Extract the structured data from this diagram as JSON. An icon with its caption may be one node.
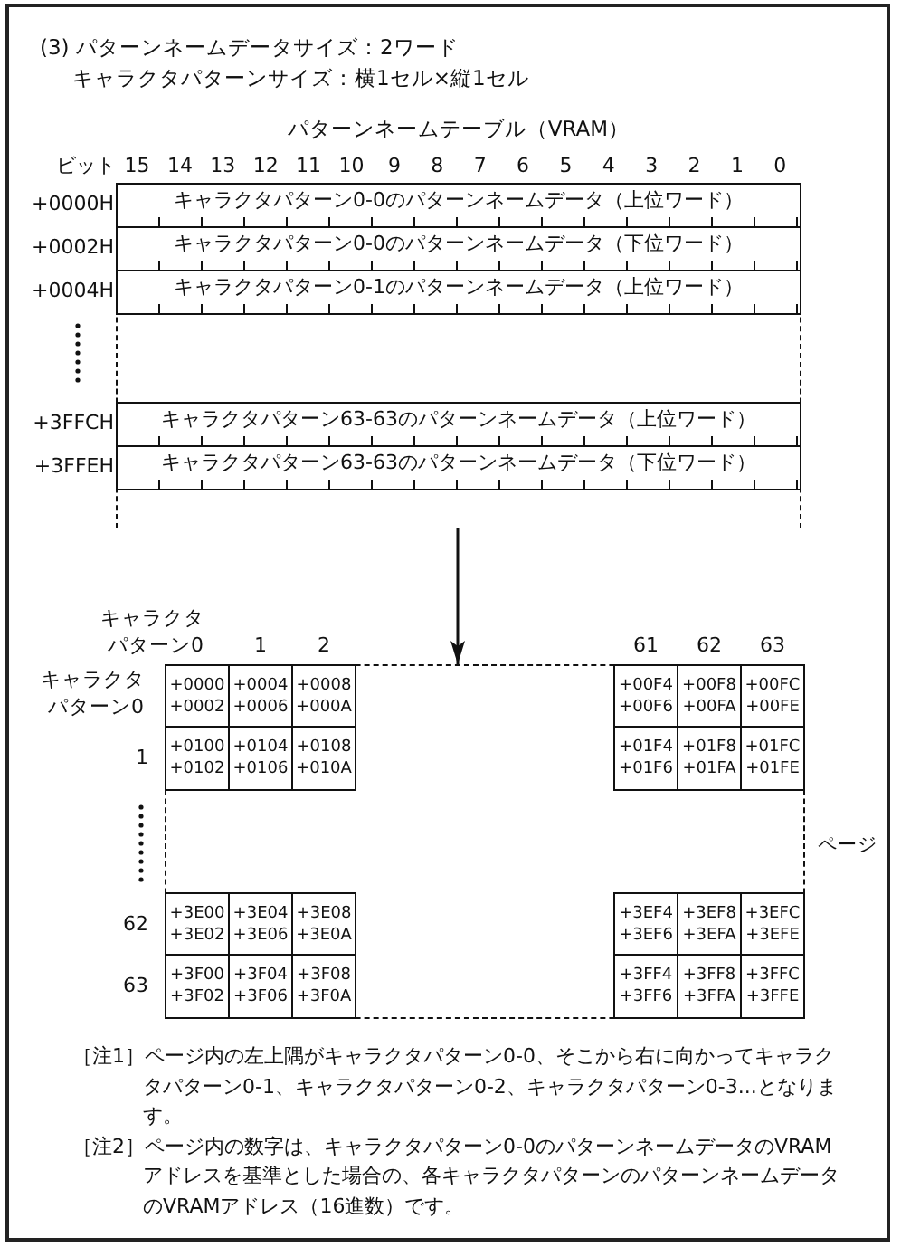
{
  "diagram": {
    "title": "(3) パターンネームデータサイズ：2ワード",
    "nodes": [
      {
        "text": [
          "パターンネームテーブル（VRAM）"
        ]
      },
      {
        "text": [
          "キャラクタパターン0-0のパターンネームデータ（上位ワード）"
        ],
        "in": 0,
        "beside": [
          "+0000H"
        ]
      },
      {
        "text": [
          "キャラクタパターン0-0のパターンネームデータ（下位ワード）"
        ],
        "in": 0,
        "beside": [
          "+0002H"
        ]
      },
      {
        "text": [
          "キャラクタパターン0-1のパターンネームデータ（上位ワード）"
        ],
        "in": 0,
        "beside": [
          "+0004H"
        ]
      },
      {
        "text": [
          "キャラクタパターン63-63のパターンネームデータ（上位ワード）"
        ],
        "in": 0,
        "beside": [
          "+3FFCH"
        ]
      },
      {
        "text": [
          "キャラクタパターン63-63のパターンネームデータ（下位ワード）"
        ],
        "in": 0,
        "beside": [
          "+3FFEH"
        ]
      },
      {
        "text": [
          "ページ"
        ]
      },
      {
        "text": [
          "+0000",
          "+0002"
        ],
        "in": 6
      },
      {
        "text": [
          "+0004",
          "+0006"
        ],
        "in": 6
      },
      {
        "text": [
          "+0008",
          "+000A"
        ],
        "in": 6
      },
      {
        "text": [
          "+00F4",
          "+00F6"
        ],
        "in": 6
      },
      {
        "text": [
          "+00F8",
          "+00FA"
        ],
        "in": 6
      },
      {
        "text": [
          "+00FC",
          "+00FE"
        ],
        "in": 6
      },
      {
        "text": [
          "+0100",
          "+0102"
        ],
        "in": 6
      },
      {
        "text": [
          "+0104",
          "+0106"
        ],
        "in": 6
      },
      {
        "text": [
          "+0108",
          "+010A"
        ],
        "in": 6
      },
      {
        "text": [
          "+01F4",
          "+01F6"
        ],
        "in": 6
      },
      {
        "text": [
          "+01F8",
          "+01FA"
        ],
        "in": 6
      },
      {
        "text": [
          "+01FC",
          "+01FE"
        ],
        "in": 6
      },
      {
        "text": [
          "+3E00",
          "+3E02"
        ],
        "in": 6
      },
      {
        "text": [
          "+3E04",
          "+3E06"
        ],
        "in": 6
      },
      {
        "text": [
          "+3E08",
          "+3E0A"
        ],
        "in": 6
      },
      {
        "text": [
          "+3EF4",
          "+3EF6"
        ],
        "in": 6
      },
      {
        "text": [
          "+3EF8",
          "+3EFA"
        ],
        "in": 6
      },
      {
        "text": [
          "+3EFC",
          "+3EFE"
        ],
        "in": 6
      },
      {
        "text": [
          "+3F00",
          "+3F02"
        ],
        "in": 6
      },
      {
        "text": [
          "+3F04",
          "+3F06"
        ],
        "in": 6
      },
      {
        "text": [
          "+3F08",
          "+3F0A"
        ],
        "in": 6
      },
      {
        "text": [
          "+3FF4",
          "+3FF6"
        ],
        "in": 6
      },
      {
        "text": [
          "+3FF8",
          "+3FFA"
        ],
        "in": 6
      },
      {
        "text": [
          "+3FFC",
          "+3FFE"
        ],
        "in": 6
      }
    ],
    "edges": [
      {
        "from": 0,
        "to": 6,
        "arrow": "to"
      }
    ],
    "labels": [
      "キャラクタパターンサイズ：横1セル×縦1セル",
      "ビット",
      "15",
      "14",
      "13",
      "12",
      "11",
      "10",
      "9",
      "8",
      "7",
      "6",
      "5",
      "4",
      "3",
      "2",
      "1",
      "0",
      "キャラクタパターン0",
      "1",
      "2",
      "61",
      "62",
      "63",
      "キャラクタパターン0",
      "1",
      "62",
      "63",
      "［注1］ページ内の左上隅がキャラクタパターン0-0、そこから右に向かってキャラクタパターン0-1、キャラクタパターン0-2、キャラクタパターン0-3...となります。",
      "［注2］ページ内の数字は、キャラクタパターン0-0のパターンネームデータのVRAMアドレスを基準とした場合の、各キャラクタパターンのパターンネームデータのVRAMアドレス（16進数）です。"
    ]
  }
}
